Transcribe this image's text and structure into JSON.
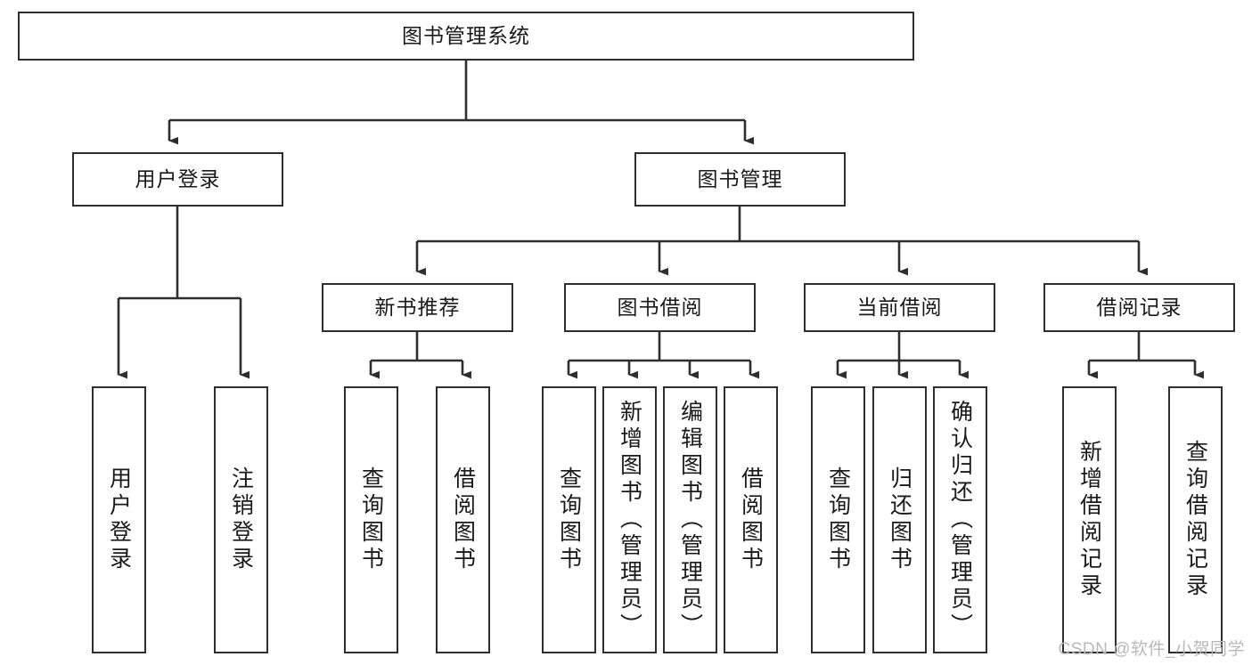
{
  "diagram": {
    "type": "tree",
    "title": "图书管理系统",
    "watermark": "CSDN @软件_小贺同学",
    "colors": {
      "border": "#2e2e2e",
      "background": "#ffffff",
      "text": "#1a1a1a",
      "edge": "#2e2e2e",
      "watermark": "#b9b9b9"
    },
    "nodes": {
      "root": {
        "label": "图书管理系统"
      },
      "level2": [
        {
          "id": "user-login",
          "label": "用户登录"
        },
        {
          "id": "book-manage",
          "label": "图书管理"
        }
      ],
      "level3": [
        {
          "id": "new-book-recommend",
          "label": "新书推荐"
        },
        {
          "id": "book-borrow",
          "label": "图书借阅"
        },
        {
          "id": "current-borrow",
          "label": "当前借阅"
        },
        {
          "id": "borrow-record",
          "label": "借阅记录"
        }
      ],
      "leaves": {
        "user_login": [
          {
            "id": "leaf-user-login",
            "label": "用户登录"
          },
          {
            "id": "leaf-logout-login",
            "label": "注销登录"
          }
        ],
        "new_book_recommend": [
          {
            "id": "leaf-query-book-1",
            "label": "查询图书"
          },
          {
            "id": "leaf-borrow-book-1",
            "label": "借阅图书"
          }
        ],
        "book_borrow": [
          {
            "id": "leaf-query-book-2",
            "label": "查询图书"
          },
          {
            "id": "leaf-add-book",
            "label": "新增图书（管理员）"
          },
          {
            "id": "leaf-edit-book",
            "label": "编辑图书（管理员）"
          },
          {
            "id": "leaf-borrow-book-2",
            "label": "借阅图书"
          }
        ],
        "current_borrow": [
          {
            "id": "leaf-query-book-3",
            "label": "查询图书"
          },
          {
            "id": "leaf-return-book",
            "label": "归还图书"
          },
          {
            "id": "leaf-confirm-return",
            "label": "确认归还（管理员）"
          }
        ],
        "borrow_record": [
          {
            "id": "leaf-add-record",
            "label": "新增借阅记录"
          },
          {
            "id": "leaf-query-record",
            "label": "查询借阅记录"
          }
        ]
      }
    }
  }
}
